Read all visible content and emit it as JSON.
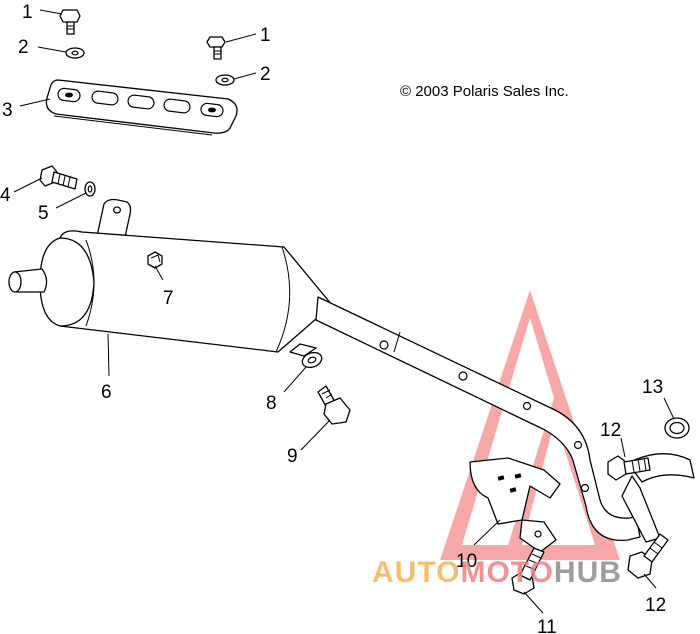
{
  "copyright": "© 2003 Polaris Sales Inc.",
  "callouts": [
    "1",
    "1",
    "2",
    "2",
    "3",
    "4",
    "5",
    "6",
    "7",
    "8",
    "9",
    "10",
    "11",
    "12",
    "12",
    "13"
  ],
  "watermark": {
    "part1": "AUTO",
    "part2": "MOTO",
    "part3": "HUB",
    "colors": {
      "part1": "#f5b35e",
      "part2": "#f08080",
      "part3": "#8c8c8c",
      "triangle": "#f06060"
    }
  }
}
